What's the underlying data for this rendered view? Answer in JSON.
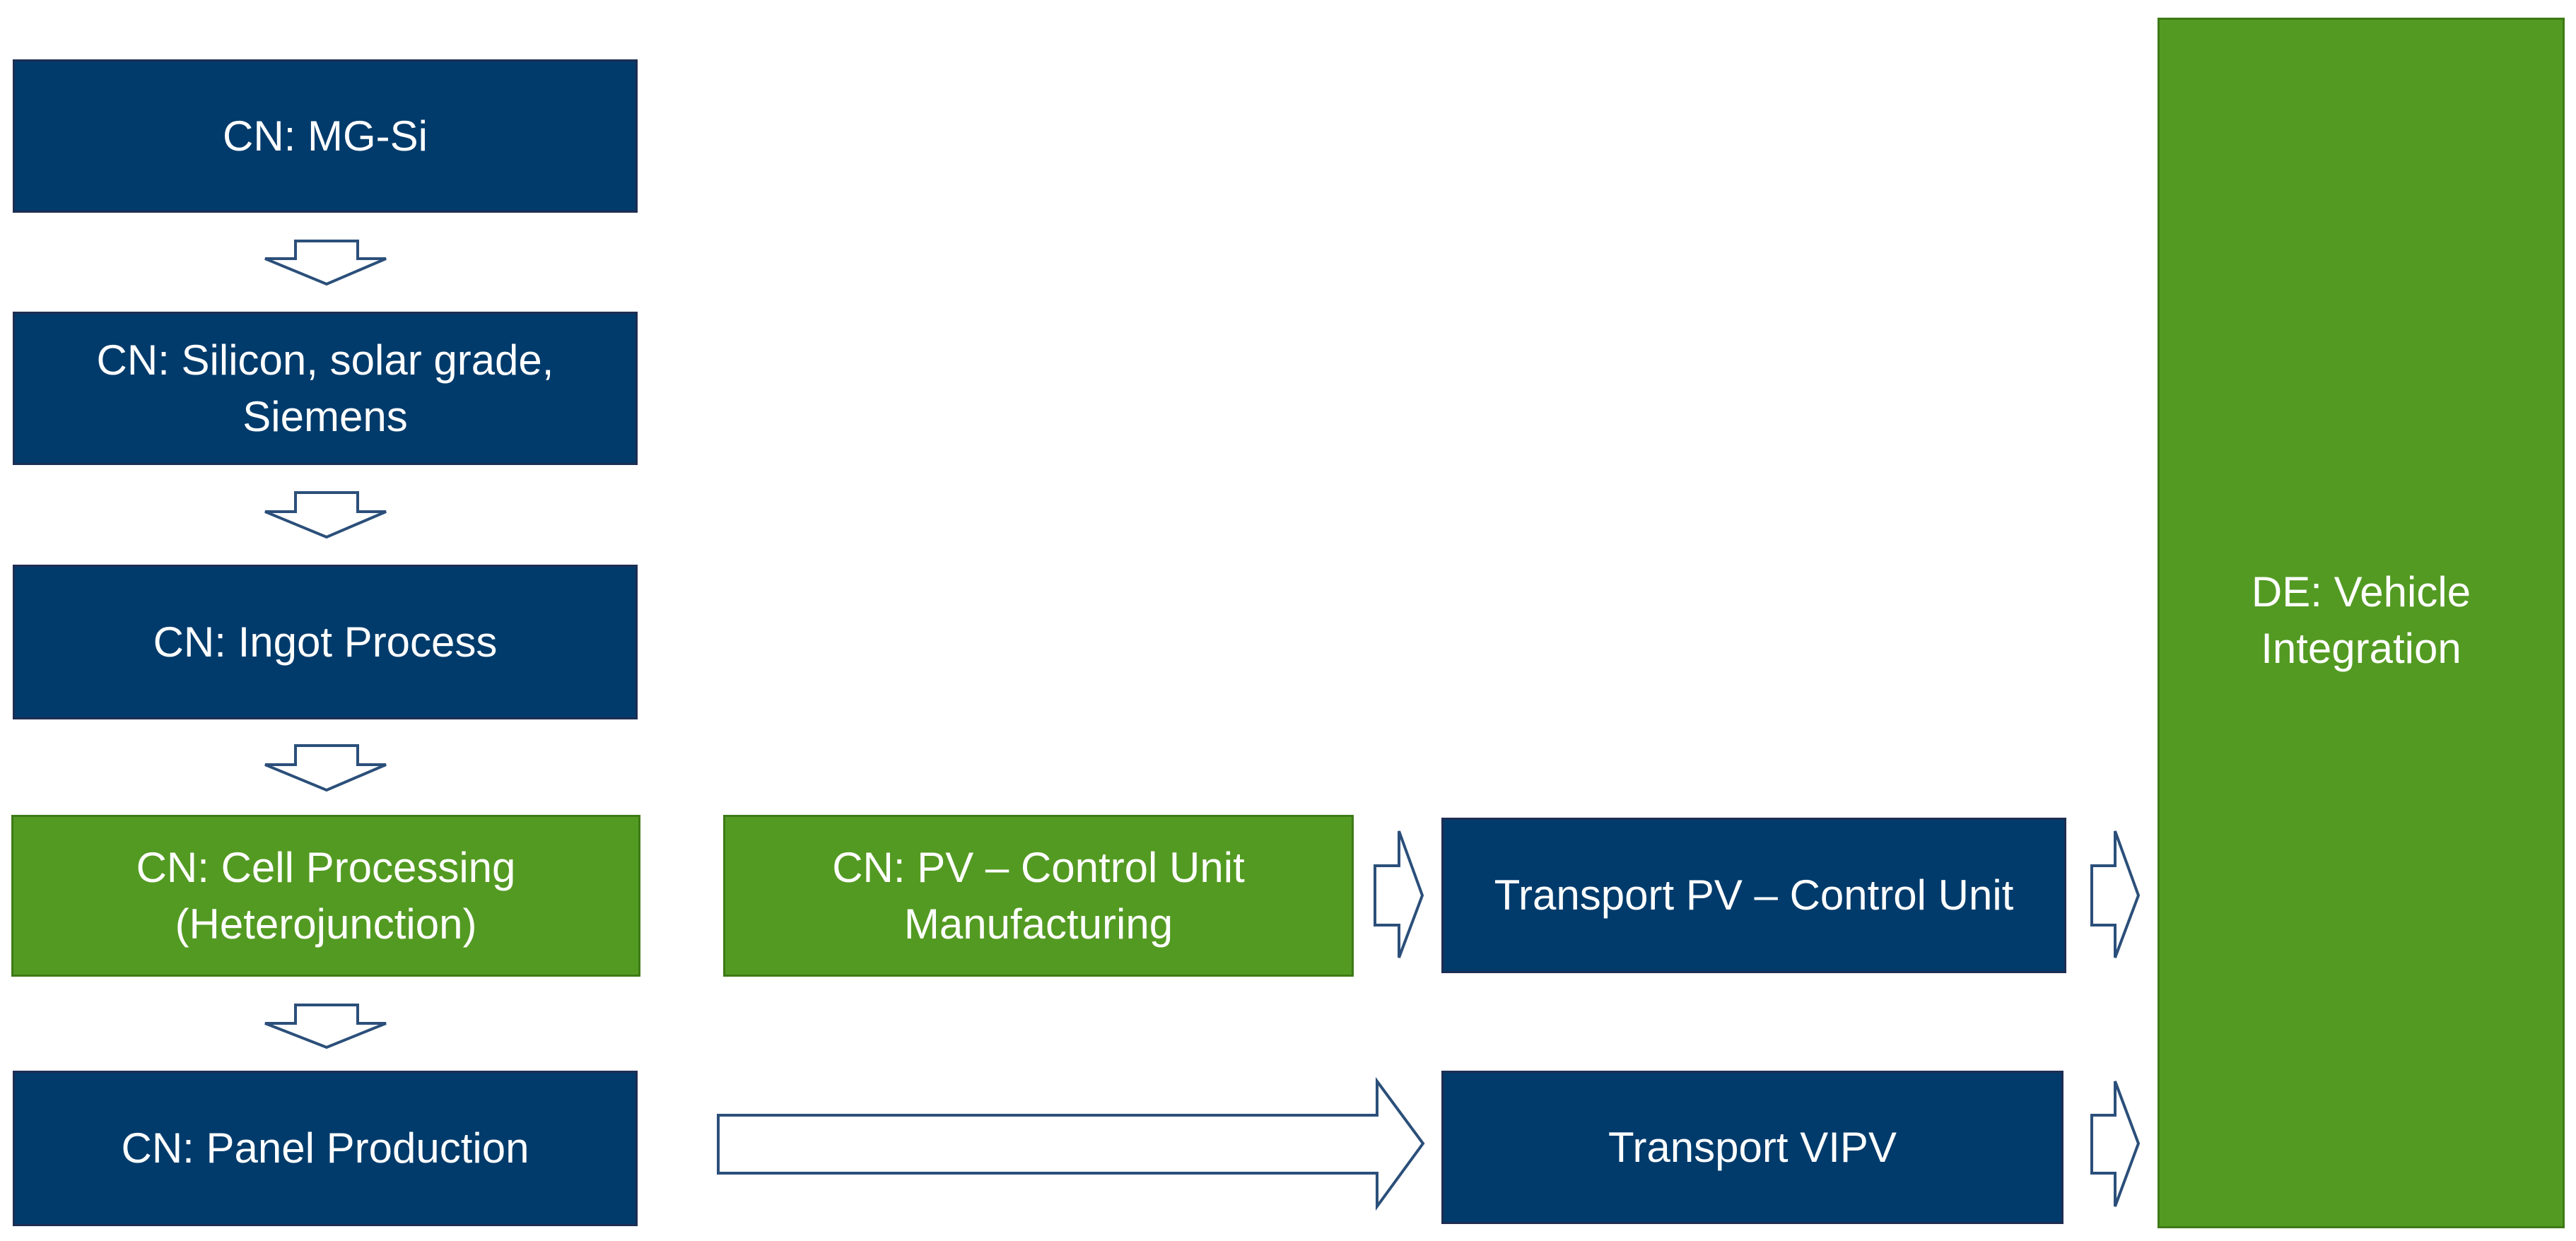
{
  "nodes": {
    "mg_si": "CN: MG-Si",
    "silicon_solar_grade": "CN: Silicon, solar grade,\nSiemens",
    "ingot_process": "CN: Ingot Process",
    "cell_processing": "CN: Cell Processing\n(Heterojunction)",
    "panel_production": "CN: Panel Production",
    "pv_control_unit_manufacturing": "CN: PV – Control Unit\nManufacturing",
    "transport_pv_control_unit": "Transport PV – Control Unit",
    "transport_vipv": "Transport VIPV",
    "vehicle_integration": "DE: Vehicle\nIntegration"
  },
  "colors": {
    "blue_box": "#003b6b",
    "green_box": "#539a22",
    "arrow_outline": "#2b4f7a"
  }
}
